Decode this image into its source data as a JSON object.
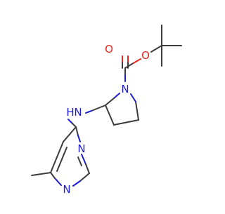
{
  "molecule": {
    "atoms": {
      "carbonyl_oxygen": {
        "symbol": "O",
        "color": "#e0291b"
      },
      "ester_oxygen": {
        "symbol": "O",
        "color": "#e0291b"
      },
      "pyrrolidine_nitrogen": {
        "symbol": "N",
        "color": "#1c1cd8"
      },
      "amine_nitrogen": {
        "symbol": "N",
        "color": "#1c1cd8"
      },
      "amine_hydrogen": {
        "symbol": "H",
        "color": "#1c1cd8"
      },
      "pyrimidine_n3": {
        "symbol": "N",
        "color": "#1c1cd8"
      },
      "pyrimidine_n1": {
        "symbol": "N",
        "color": "#1c1cd8"
      }
    },
    "bond_color": "#3c3c3c"
  }
}
